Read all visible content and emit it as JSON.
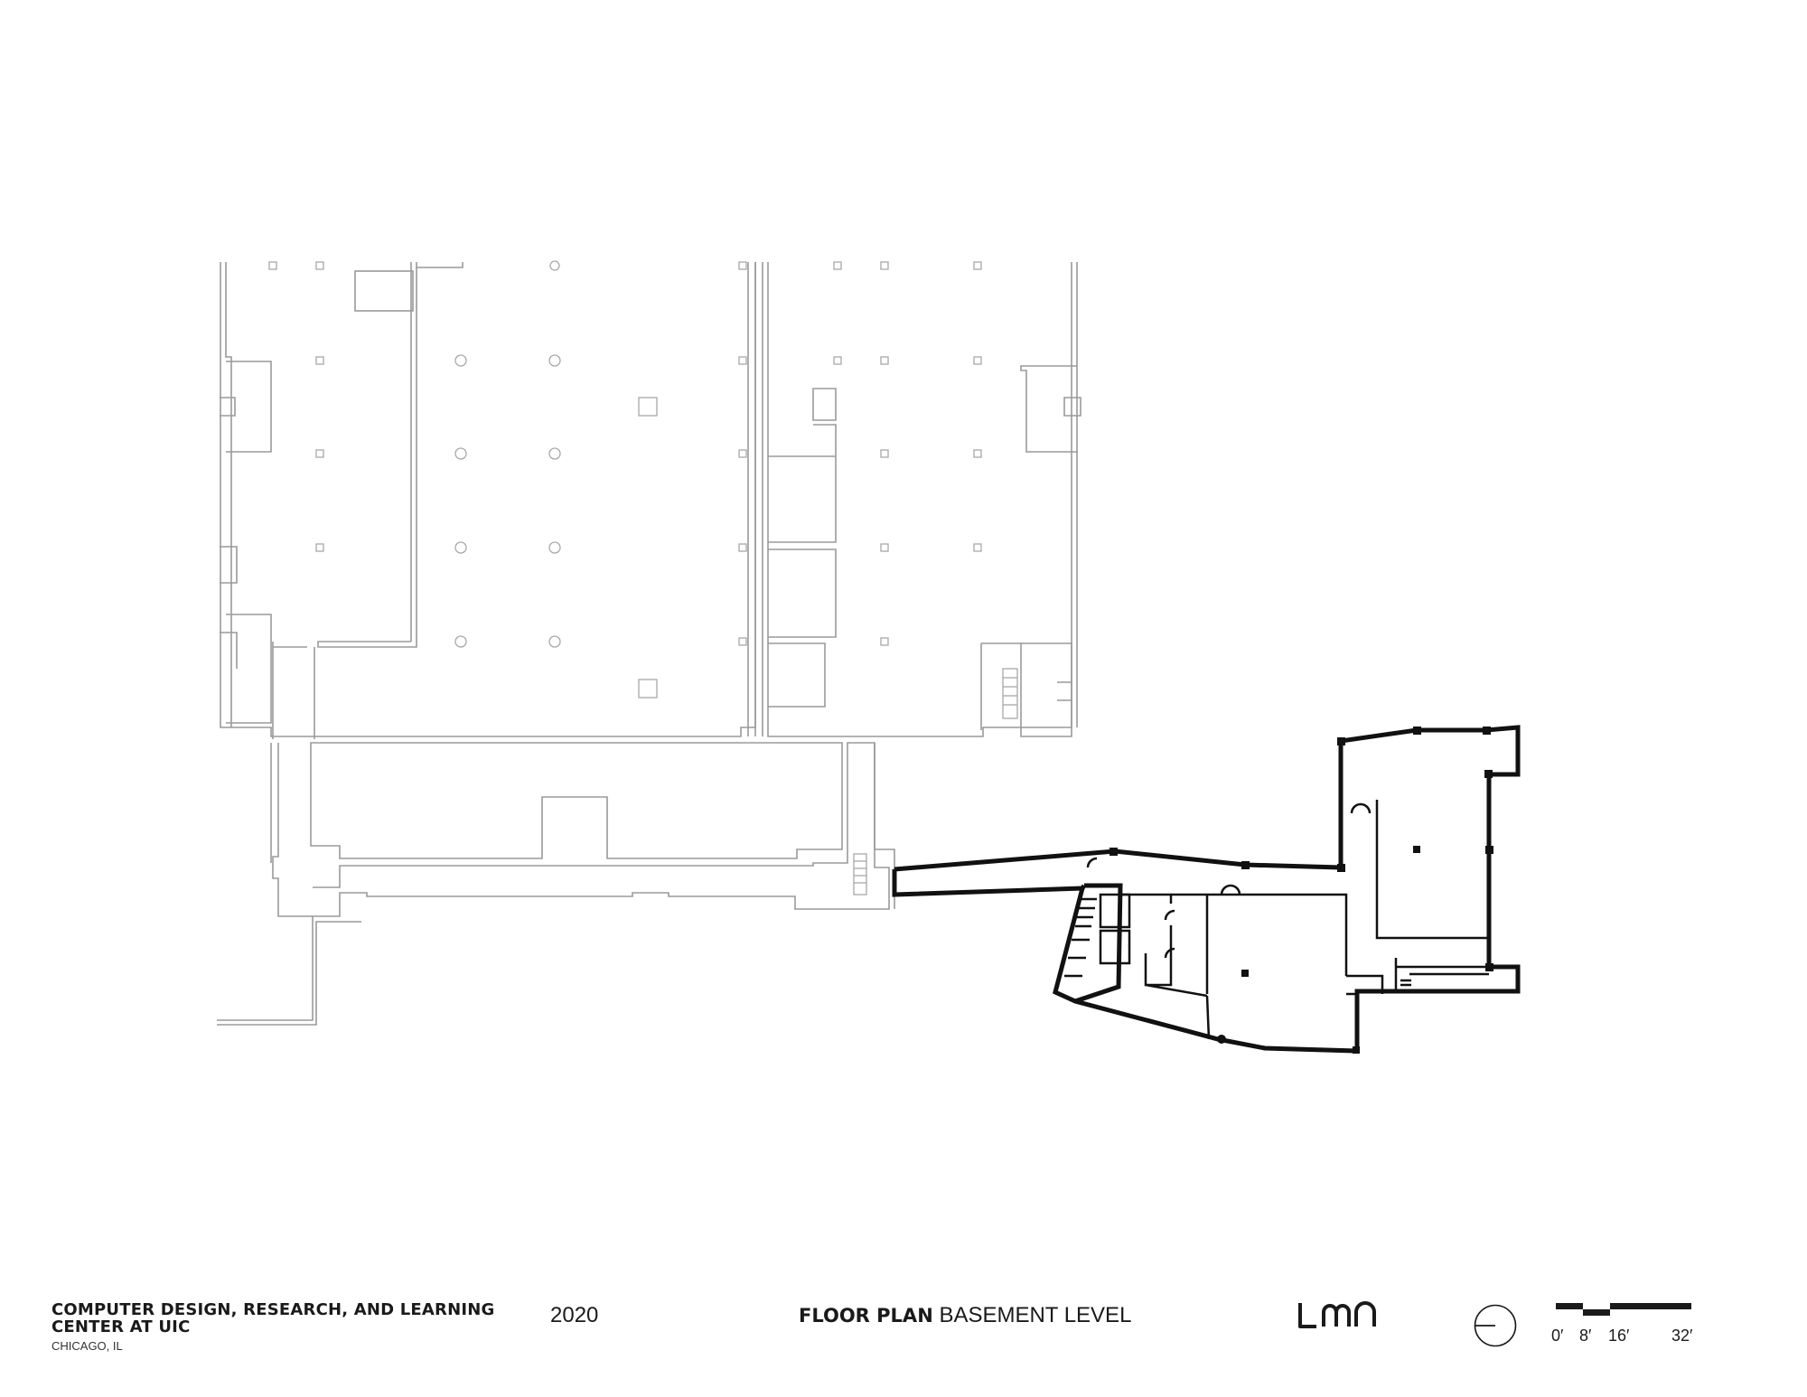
{
  "project": {
    "title_line1": "COMPUTER DESIGN, RESEARCH, AND LEARNING",
    "title_line2": "CENTER AT UIC",
    "location": "CHICAGO, IL"
  },
  "year": "2020",
  "sheet": {
    "title_bold": "FLOOR PLAN",
    "title_rest": "BASEMENT LEVEL"
  },
  "logo": {
    "text": "lmn",
    "icon": "lmn-logo-icon"
  },
  "north_arrow": {
    "icon": "north-arrow-icon"
  },
  "scale": {
    "labels": [
      "0′",
      "8′",
      "16′",
      "32′"
    ]
  },
  "colors": {
    "existing_lines": "#9a9a9a",
    "new_walls": "#111111",
    "background": "#ffffff"
  }
}
